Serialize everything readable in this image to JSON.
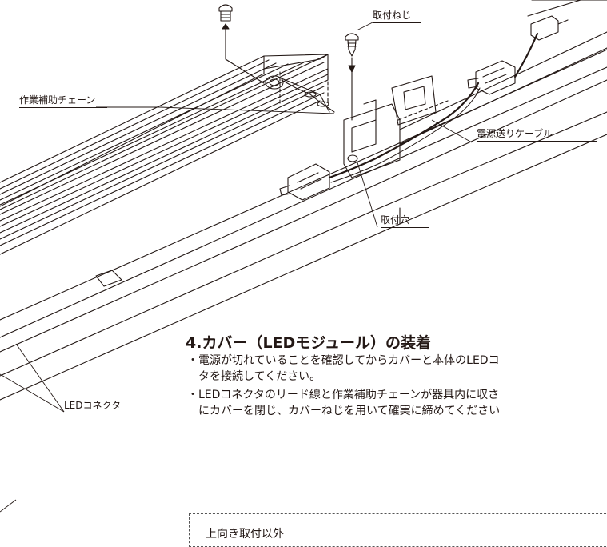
{
  "labels": {
    "mounting_screw": "取付ねじ",
    "support_chain": "作業補助チェーン",
    "power_cable": "電源送りケーブル",
    "mounting_hole": "取付穴",
    "led_connector": "LEDコネクタ"
  },
  "section": {
    "heading": "4.カバー（LEDモジュール）の装着",
    "instructions": [
      "・電源が切れていることを確認してからカバーと本体のLEDコ",
      "　タを接続してください。",
      "・LEDコネクタのリード線と作業補助チェーンが器具内に収さ",
      "　にカバーを閉じ、カバーねじを用いて確実に締めてください"
    ]
  },
  "note": {
    "title": "上向き取付以外"
  }
}
